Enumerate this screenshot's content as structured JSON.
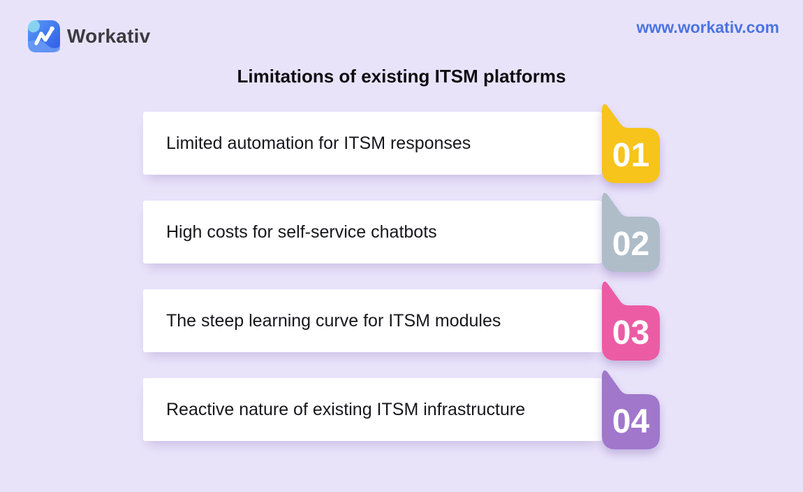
{
  "header": {
    "brand": "Workativ",
    "website": "www.workativ.com",
    "logo_icon": "workativ-logo-icon",
    "brand_color": "#3B3B41",
    "website_color": "#4B74E0"
  },
  "main": {
    "title": "Limitations of existing ITSM platforms"
  },
  "cards": {
    "items": [
      {
        "number": "01",
        "label": "Limited automation for ITSM responses",
        "color": "#F7C41B"
      },
      {
        "number": "02",
        "label": "High costs for self-service chatbots",
        "color": "#AFBDC9"
      },
      {
        "number": "03",
        "label": "The steep learning curve for ITSM modules",
        "color": "#EC5CA5"
      },
      {
        "number": "04",
        "label": "Reactive nature of existing ITSM infrastructure",
        "color": "#A177CC"
      }
    ]
  },
  "colors": {
    "background": "#E9E3FA",
    "card_background": "#FFFFFF",
    "number_text": "#FFFFFF",
    "title_text": "#0D0D12",
    "label_text": "#17171C"
  }
}
